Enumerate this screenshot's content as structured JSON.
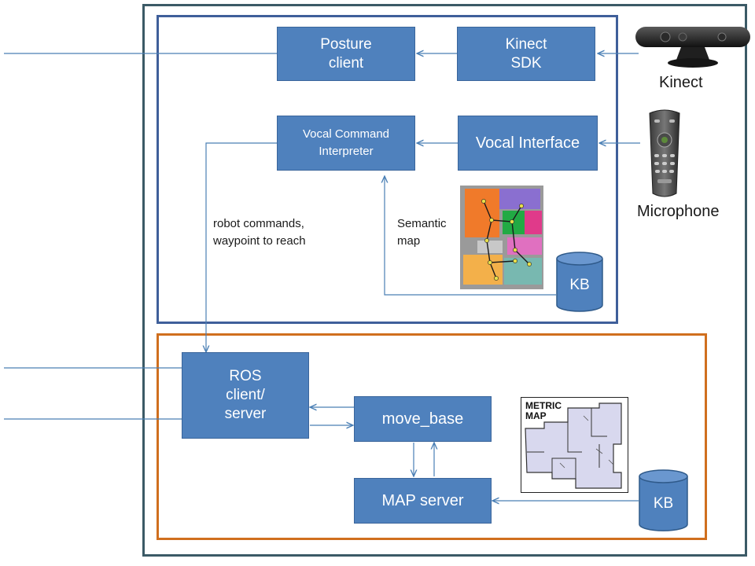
{
  "blocks": {
    "posture_client": "Posture\nclient",
    "kinect_sdk": "Kinect\nSDK",
    "vocal_command_interpreter": "Vocal Command\nInterpreter",
    "vocal_interface": "Vocal Interface",
    "ros_client_server": "ROS\nclient/\nserver",
    "move_base": "move_base",
    "map_server": "MAP server"
  },
  "labels": {
    "robot_commands": "robot commands,\nwaypoint to reach",
    "semantic_map": "Semantic\nmap"
  },
  "devices": {
    "kinect": "Kinect",
    "microphone": "Microphone"
  },
  "knowledge_bases": {
    "kb_upper": "KB",
    "kb_lower": "KB"
  },
  "metric_map": {
    "title": "METRIC\nMAP"
  },
  "colors": {
    "block_fill": "#4f81bd",
    "upper_frame": "#3f5f9a",
    "lower_frame": "#d06f1e",
    "outer_frame": "#3b5a66",
    "wire": "#4a7fb5"
  }
}
